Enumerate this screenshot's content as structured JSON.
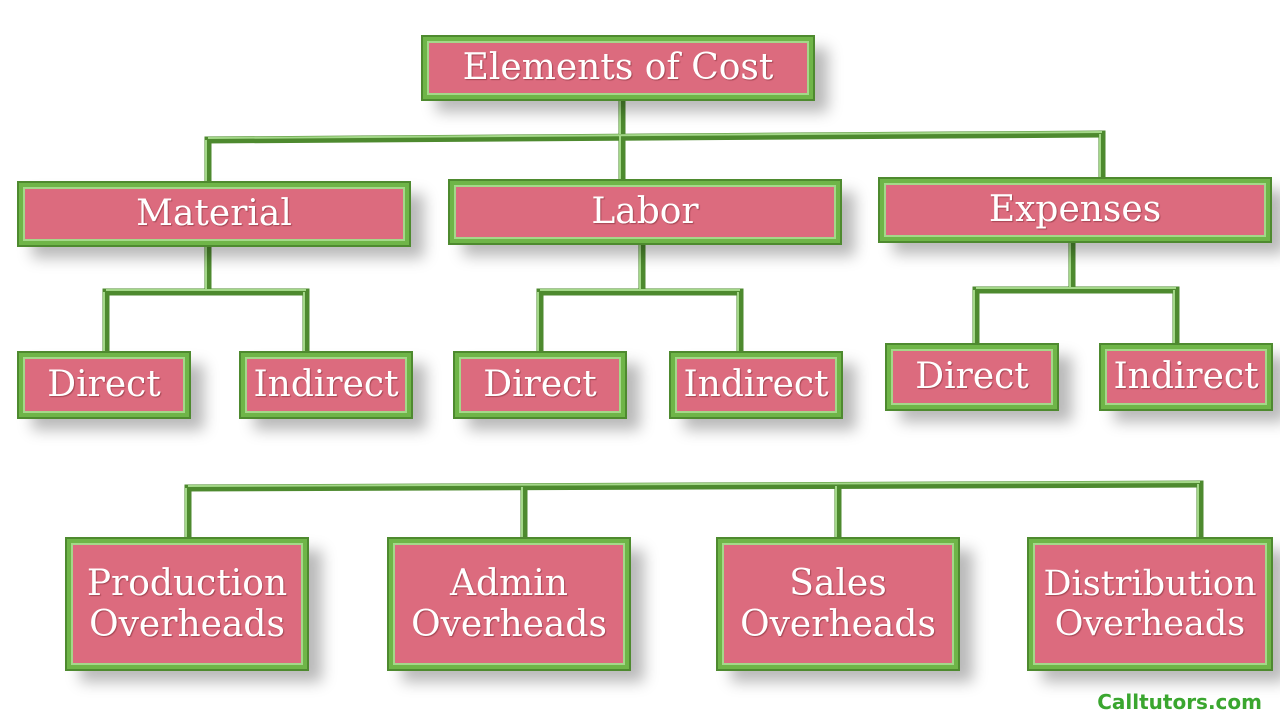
{
  "diagram": {
    "root": {
      "label": "Elements of Cost"
    },
    "categories": [
      {
        "label": "Material",
        "children": [
          "Direct",
          "Indirect"
        ]
      },
      {
        "label": "Labor",
        "children": [
          "Direct",
          "Indirect"
        ]
      },
      {
        "label": "Expenses",
        "children": [
          "Direct",
          "Indirect"
        ]
      }
    ],
    "overheads": [
      {
        "line1": "Production",
        "line2": "Overheads"
      },
      {
        "line1": "Admin",
        "line2": "Overheads"
      },
      {
        "line1": "Sales",
        "line2": "Overheads"
      },
      {
        "line1": "Distribution",
        "line2": "Overheads"
      }
    ],
    "colors": {
      "box_fill": "#dc6b7e",
      "box_border": "#6fb548",
      "connector": "#6fb548",
      "text": "#ffffff",
      "watermark": "#3aa62f"
    }
  },
  "watermark": "Calltutors.com"
}
